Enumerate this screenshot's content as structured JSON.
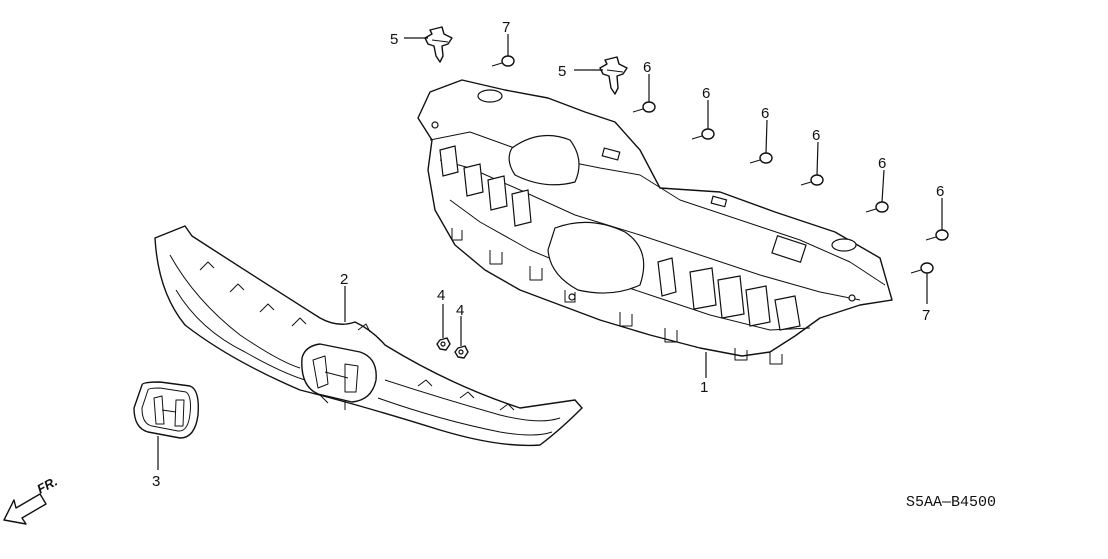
{
  "callouts": [
    {
      "id": "c1",
      "label": "1"
    },
    {
      "id": "c2",
      "label": "2"
    },
    {
      "id": "c3",
      "label": "3"
    },
    {
      "id": "c4a",
      "label": "4"
    },
    {
      "id": "c4b",
      "label": "4"
    },
    {
      "id": "c5a",
      "label": "5"
    },
    {
      "id": "c5b",
      "label": "5"
    },
    {
      "id": "c6a",
      "label": "6"
    },
    {
      "id": "c6b",
      "label": "6"
    },
    {
      "id": "c6c",
      "label": "6"
    },
    {
      "id": "c6d",
      "label": "6"
    },
    {
      "id": "c6e",
      "label": "6"
    },
    {
      "id": "c6f",
      "label": "6"
    },
    {
      "id": "c7a",
      "label": "7"
    },
    {
      "id": "c7b",
      "label": "7"
    }
  ],
  "diagram_code": "S5AA—B4500",
  "direction_label": "FR."
}
